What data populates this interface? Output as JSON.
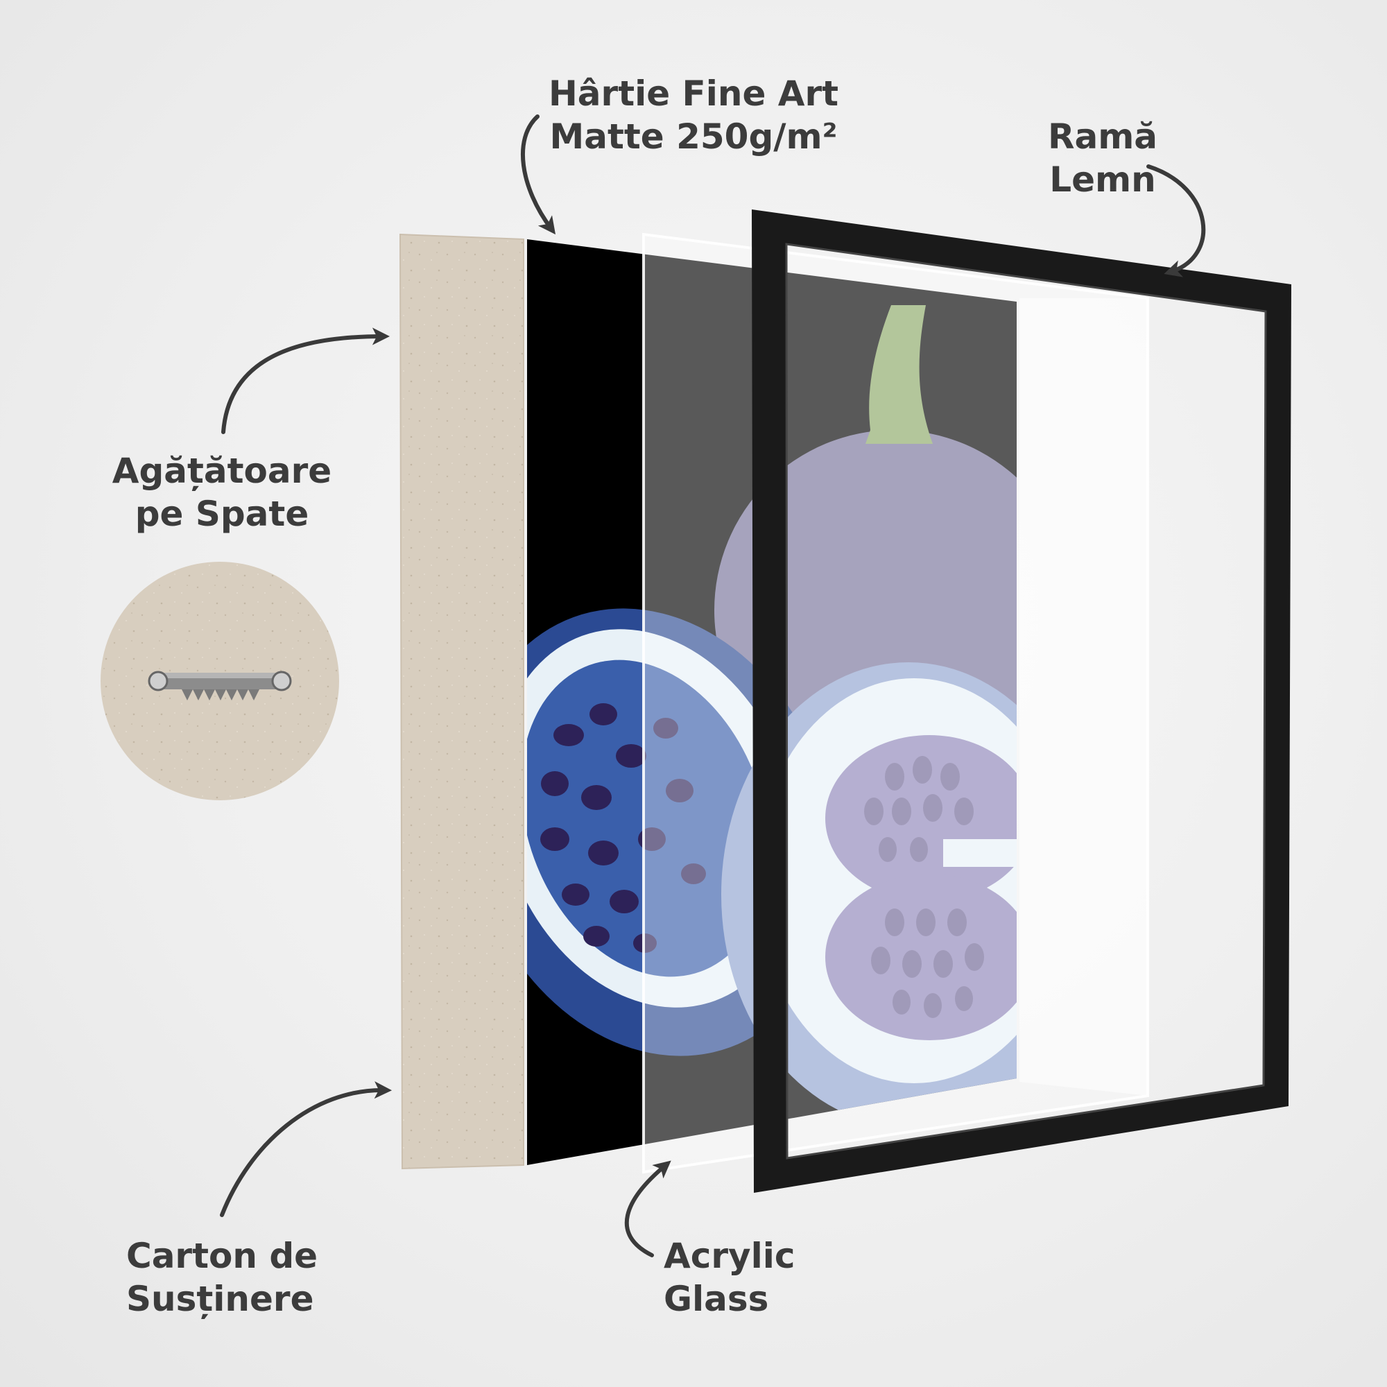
{
  "labels": {
    "paper": {
      "line1": "Hârtie Fine Art",
      "line2": "Matte 250g/m²"
    },
    "frame": {
      "line1": "Ramă",
      "line2": "Lemn"
    },
    "hanger": {
      "line1": "Agățătoare",
      "line2": "pe Spate"
    },
    "backing": {
      "line1": "Carton de",
      "line2": "Susținere"
    },
    "glass": {
      "line1": "Acrylic",
      "line2": "Glass"
    }
  },
  "colors": {
    "background": "#efefef",
    "label_text": "#3c3c3c",
    "arrow": "#3a3a3a",
    "cardboard": "#d9cfc0",
    "frame": "#1a1a1a",
    "print_background": "#000000",
    "fig_purple": "#77729a",
    "fig_blue": "#2b4a93",
    "fig_flesh": "#e8f1f7",
    "fig_seeds": "#2d2258",
    "stem_green": "#8aa866"
  }
}
